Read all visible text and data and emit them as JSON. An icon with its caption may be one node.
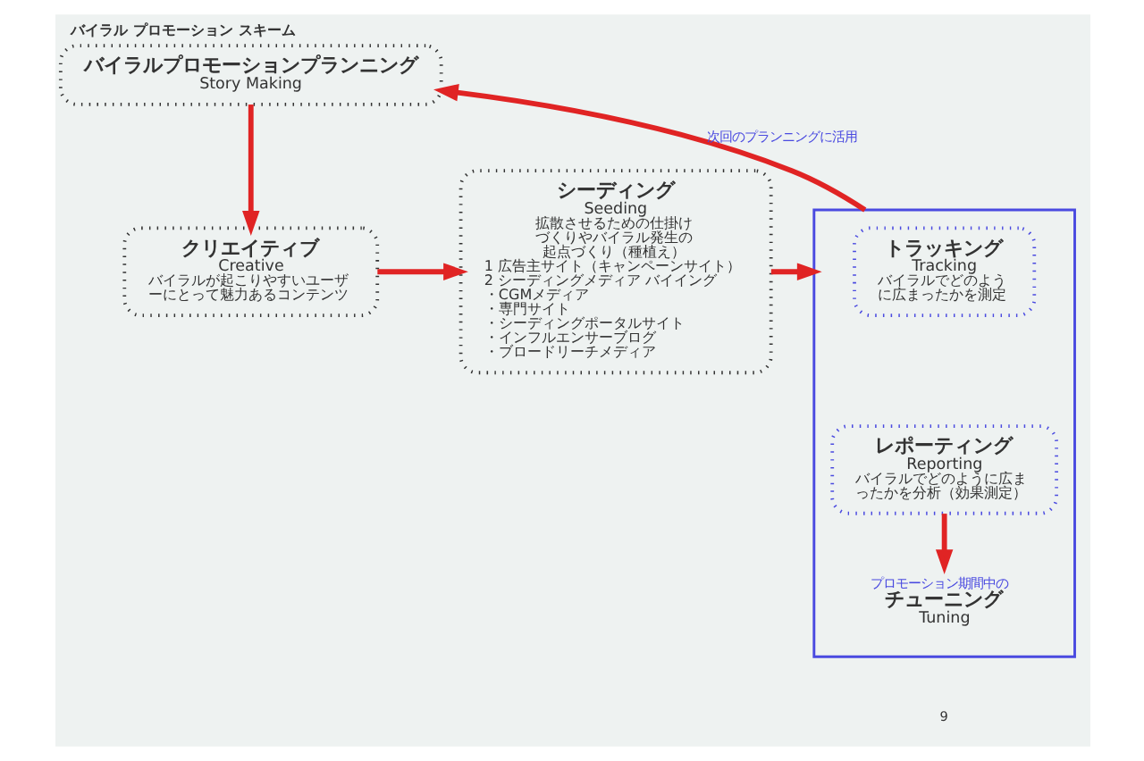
{
  "diagram": {
    "title": "バイラル プロモーション スキーム",
    "nodes": [
      {
        "text": [
          "バイラルプロモーションプランニング",
          "Story Making"
        ]
      },
      {
        "text": [
          "クリエイティブ",
          "Creative",
          "バイラルが起こりやすいユーザーにとって魅力あるコンテンツ"
        ]
      },
      {
        "text": [
          "シーディング",
          "Seeding",
          "拡散させるための仕掛けづくりやバイラル発生の起点づくり（種植え）",
          "1 広告主サイト（キャンペーンサイト）",
          "2 シーディングメディア バイイング",
          "・CGMメディア",
          "・専門サイト",
          "・シーディングポータルサイト",
          "・インフルエンサーブログ",
          "・ブロードリーチメディア"
        ]
      },
      {
        "text": [],
        "shape": "box"
      },
      {
        "text": [
          "トラッキング",
          "Tracking",
          "バイラルでどのように広まったかを測定"
        ],
        "in": 3
      },
      {
        "text": [
          "レポーティング",
          "Reporting",
          "バイラルでどのように広まったかを分析（効果測定）"
        ],
        "in": 3
      },
      {
        "text": [
          "プロモーション期間中の",
          "チューニング",
          "Tuning"
        ],
        "in": 3
      }
    ],
    "edges": [
      {
        "from": 0,
        "to": 1,
        "arrow": "to"
      },
      {
        "from": 1,
        "to": 2,
        "arrow": "to"
      },
      {
        "from": 2,
        "to": 3,
        "arrow": "to"
      },
      {
        "from": 5,
        "to": 6,
        "arrow": "to"
      },
      {
        "from": 3,
        "to": 0,
        "arrow": "to",
        "label": "次回のプランニングに活用"
      }
    ],
    "labels": [
      "9"
    ]
  }
}
